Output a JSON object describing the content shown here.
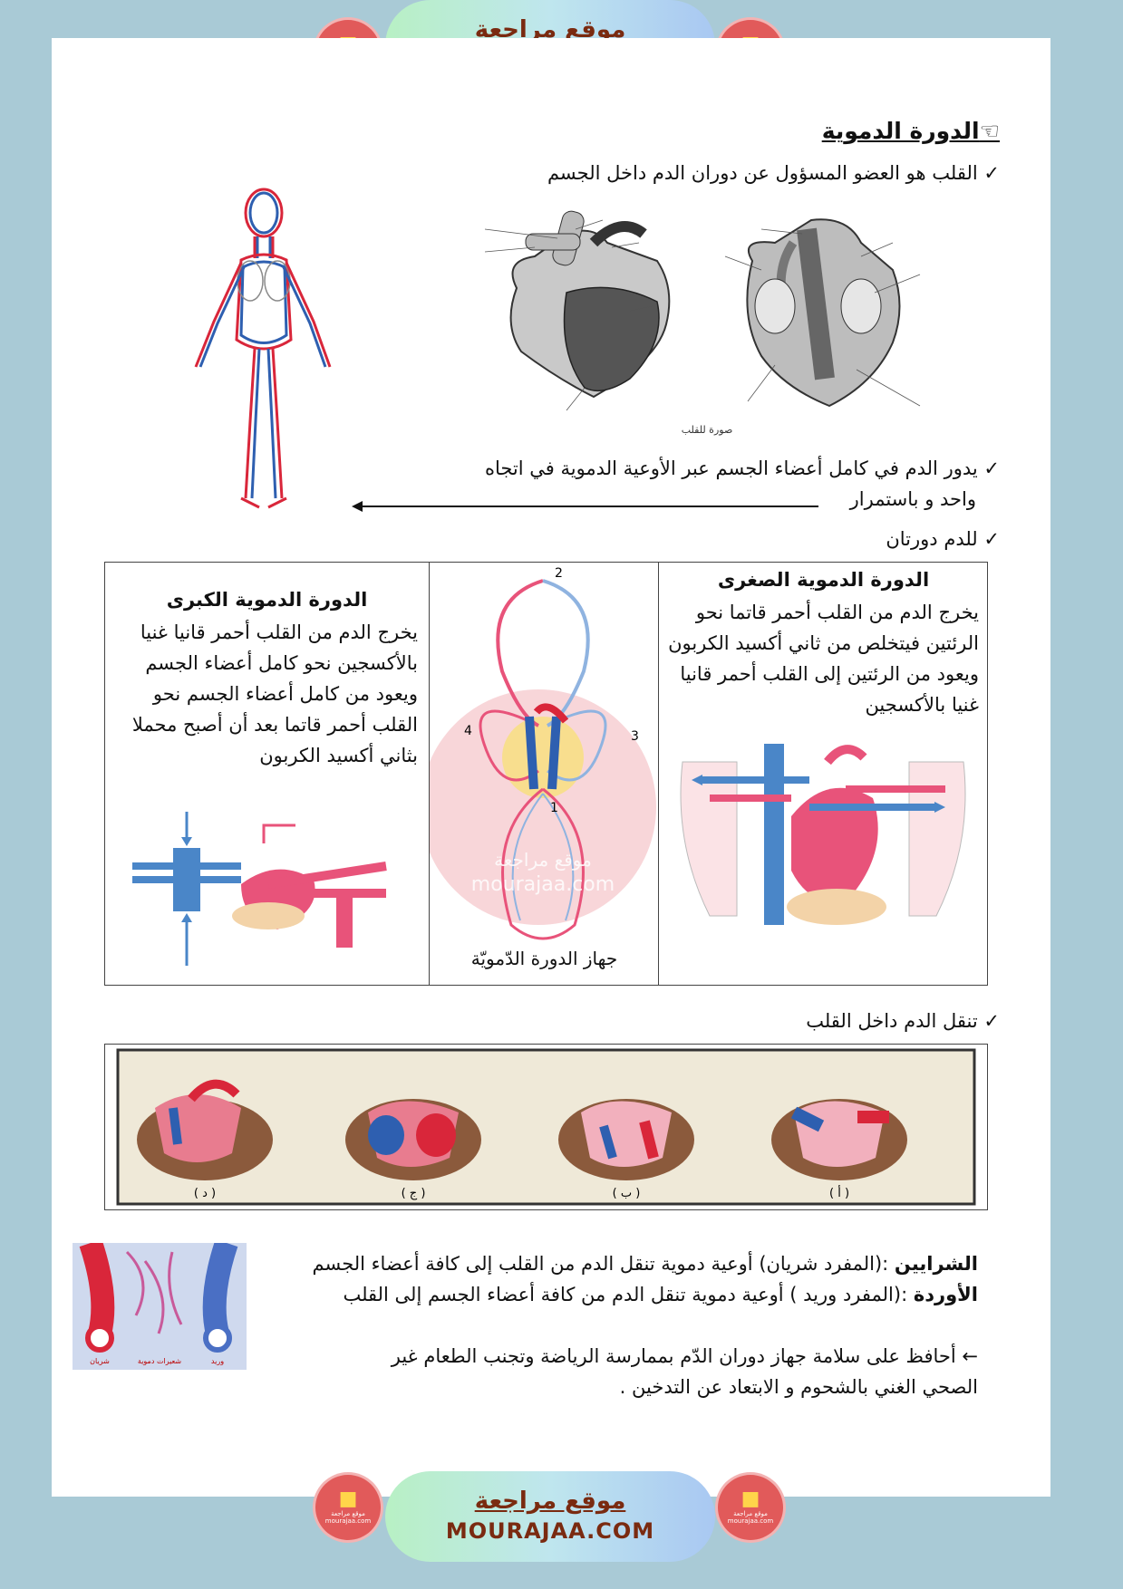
{
  "site": {
    "arabic_name": "موقع مراجعة",
    "latin_name": "MOURAJAA.COM",
    "logo_small_text": "موقع مراجعة",
    "logo_small_url": "mourajaa.com"
  },
  "section": {
    "title": "الدورة الدموية",
    "pointer_icon": "hand-pointer-icon",
    "bullet_icon": "check-icon"
  },
  "bullets": {
    "b1": "القلب هو العضو المسؤول عن دوران الدم داخل الجسم",
    "b2_line1": "يدور الدم في كامل أعضاء الجسم عبر الأوعية الدموية في اتجاه",
    "b2_line2": "واحد و باستمرار",
    "b3": "للدم دورتان",
    "b4": "تنقل الدم داخل القلب"
  },
  "heart_image": {
    "caption": "صورة للقلب"
  },
  "circuits": {
    "pulmonary": {
      "title": "الدورة الدموية الصغرى",
      "text": "يخرج الدم من القلب أحمر قاتما نحو الرئتين فيتخلص من ثاني أكسيد الكربون ويعود من الرئتين إلى القلب أحمر قانيا غنيا بالأكسجين"
    },
    "center_caption": "جهاز الدورة الدّمويّة",
    "center_numbers": [
      "2",
      "4",
      "3",
      "1"
    ],
    "center_watermark": [
      "موقع مراجعة",
      "mourajaa.com"
    ],
    "systemic": {
      "title": "الدورة الدموية الكبرى",
      "text": "يخرج الدم من القلب أحمر قانيا غنيا بالأكسجين نحو كامل أعضاء الجسم ويعود من كامل أعضاء الجسم نحو القلب أحمر قاتما بعد أن أصبح محملا بثاني أكسيد الكربون"
    }
  },
  "heart_flow_labels": [
    "( أ )",
    "( ب )",
    "( ج )",
    "( د )"
  ],
  "definitions": {
    "arteries_term": "الشرايين",
    "arteries_def": " :(المفرد شريان) أوعية دموية تنقل الدم من القلب إلى كافة أعضاء الجسم",
    "veins_term": "الأوردة",
    "veins_def": " :(المفرد وريد ) أوعية  دموية تنقل الدم من كافة أعضاء الجسم إلى القلب",
    "vessel_labels": [
      "شريان",
      "شعيرات دموية",
      "وريد"
    ]
  },
  "advice": {
    "line1": "← أحافظ على سلامة جهاز دوران الدّم بممارسة الرياضة وتجنب الطعام غير",
    "line2": "الصحي الغني بالشحوم و الابتعاد عن التدخين ."
  },
  "colors": {
    "background": "#a9cad6",
    "brand_text": "#7a2a10",
    "logo": "#e15a5a",
    "artery": "#d9263a",
    "vein": "#2e5fb0"
  }
}
